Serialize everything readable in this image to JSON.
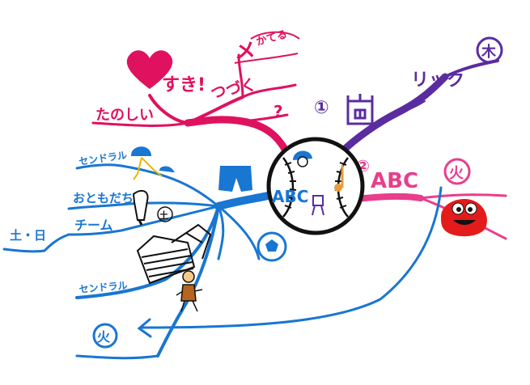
{
  "colors": {
    "red": "#e0115f",
    "blue": "#1976d2",
    "purple": "#5a2ca0",
    "pink": "#e83e8c",
    "black": "#111111"
  },
  "center": {
    "icon": "baseball-icon",
    "text": "ABC"
  },
  "red_branch": {
    "words": [
      "すき!",
      "つづく",
      "たのしい",
      "?"
    ],
    "top_label": "メ",
    "top_label_small": "かてる",
    "icon": "heart-icon"
  },
  "purple_branch": {
    "number": "①",
    "icon": "castle-icon",
    "label": "リック",
    "end_mark": "木"
  },
  "pink_branch": {
    "number": "②",
    "label": "ABC",
    "end_mark": "火",
    "icon": "red-monster-icon"
  },
  "blue_branch": {
    "labels": [
      "センドラル",
      "おともだち",
      "チーム",
      "土・日",
      "センドラル"
    ],
    "end_mark": "火",
    "small_mark": "土",
    "icons": [
      "player-sliding-icon",
      "bat-icon",
      "shorts-icon",
      "soccer-ball-icon",
      "stadium-icon",
      "player-icon"
    ]
  }
}
